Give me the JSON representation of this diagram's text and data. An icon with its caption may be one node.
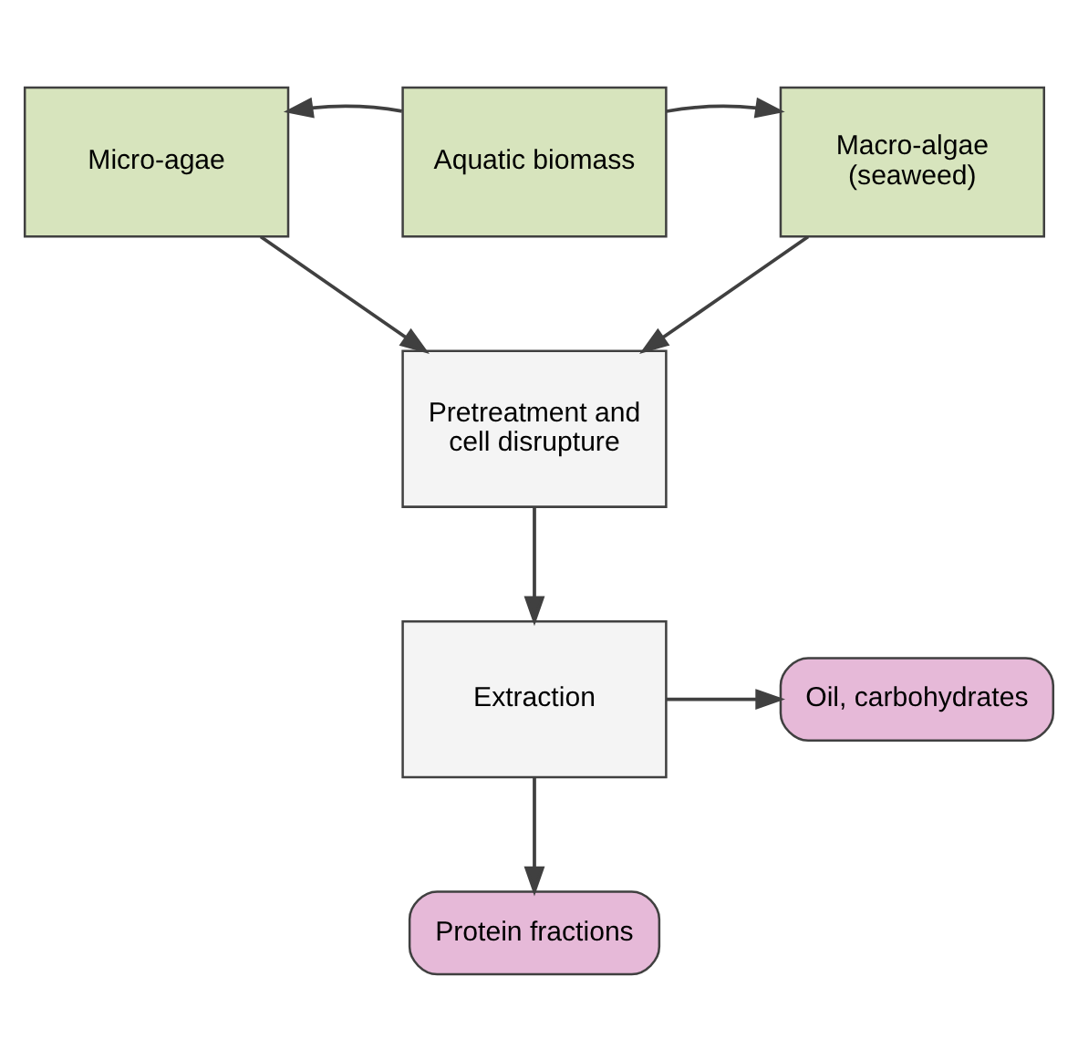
{
  "diagram": {
    "nodes": [
      {
        "text": [
          "Micro-agae"
        ]
      },
      {
        "text": [
          "Aquatic biomass"
        ]
      },
      {
        "text": [
          "Macro-algae (seaweed)"
        ]
      },
      {
        "text": [
          "Pretreatment and cell disrupture"
        ]
      },
      {
        "text": [
          "Extraction"
        ]
      },
      {
        "text": [
          "Oil, carbohydrates"
        ]
      },
      {
        "text": [
          "Protein fractions"
        ]
      }
    ],
    "edges": [
      {
        "from": 1,
        "to": 0,
        "arrow": "to"
      },
      {
        "from": 1,
        "to": 2,
        "arrow": "to"
      },
      {
        "from": 0,
        "to": 3,
        "arrow": "to"
      },
      {
        "from": 2,
        "to": 3,
        "arrow": "to"
      },
      {
        "from": 3,
        "to": 4,
        "arrow": "to"
      },
      {
        "from": 4,
        "to": 5,
        "arrow": "to"
      },
      {
        "from": 4,
        "to": 6,
        "arrow": "to"
      }
    ]
  }
}
